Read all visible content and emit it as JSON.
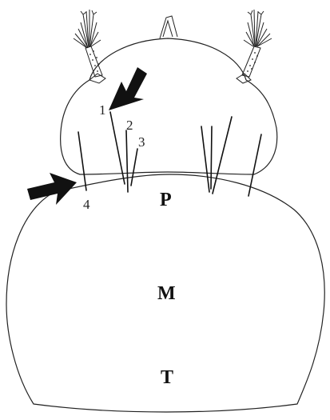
{
  "labels": {
    "setae": [
      "1",
      "2",
      "3",
      "4"
    ],
    "regions": {
      "prothorax": "P",
      "mesothorax": "M",
      "metathorax": "T"
    }
  },
  "colors": {
    "line": "#222222",
    "arrow": "#111111",
    "background": "#ffffff"
  }
}
